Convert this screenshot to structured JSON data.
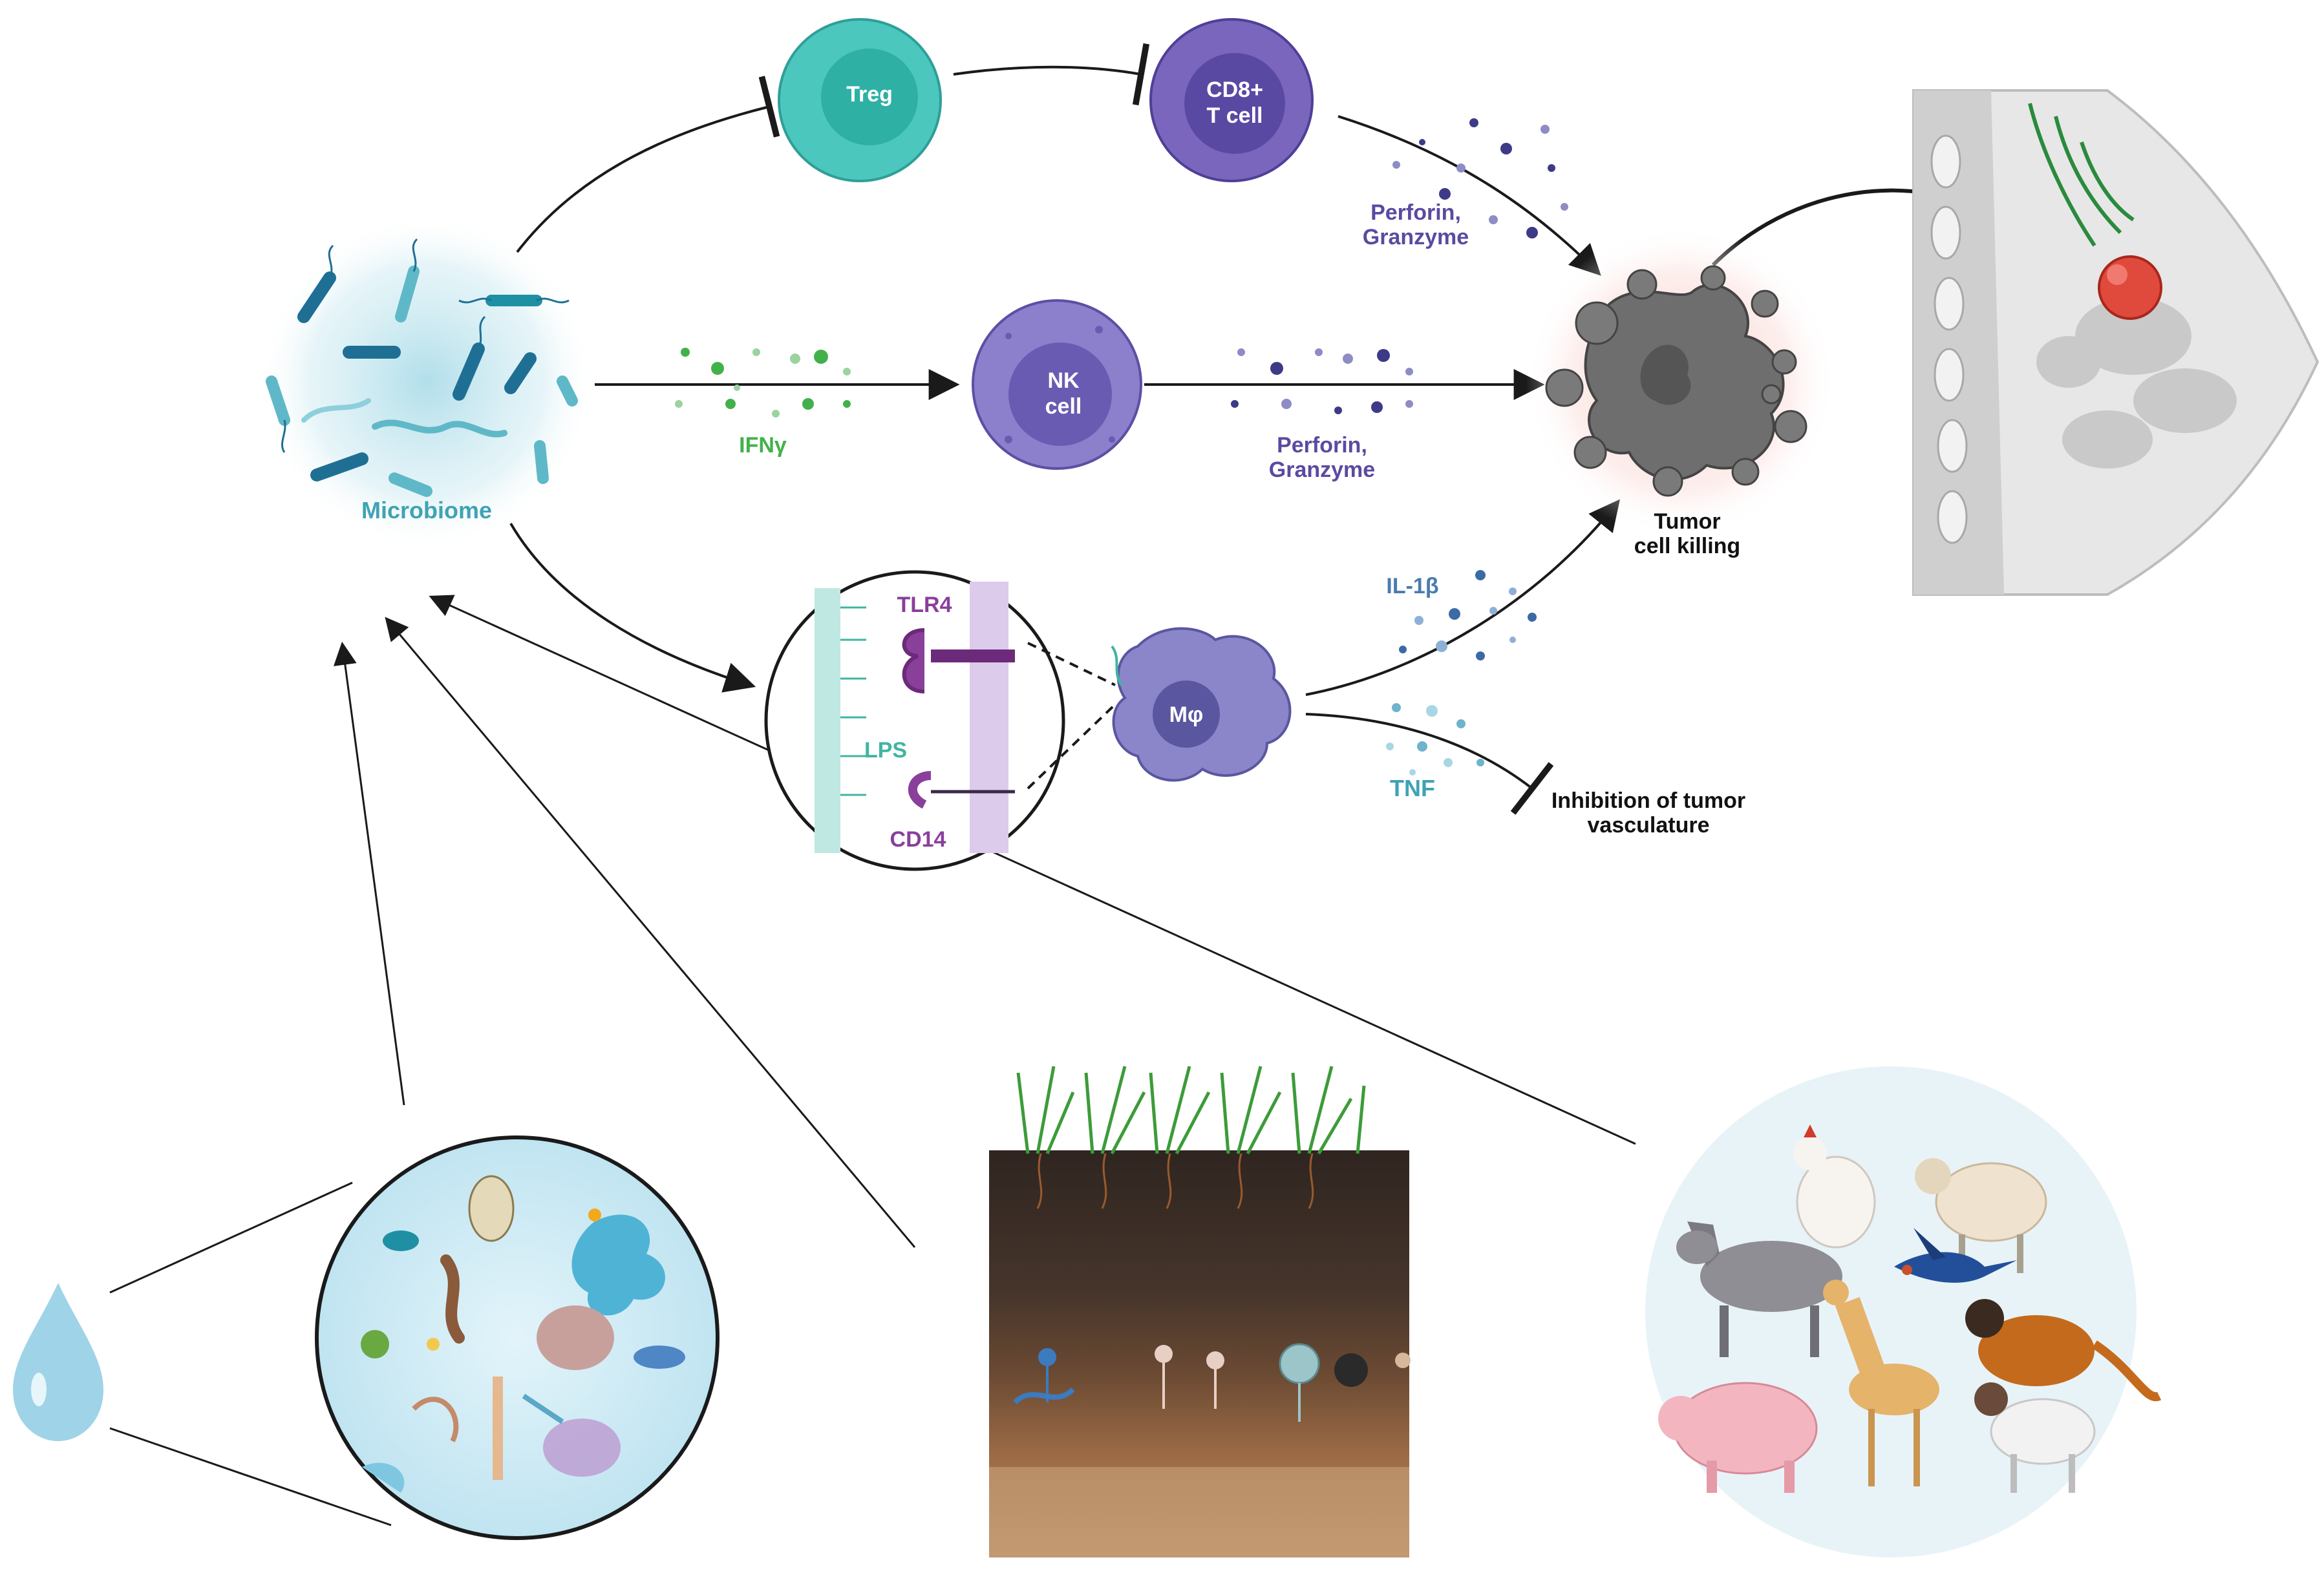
{
  "cells": {
    "treg": "Treg",
    "cd8_line1": "CD8+",
    "cd8_line2": "T cell",
    "nk_line1": "NK",
    "nk_line2": "cell",
    "macrophage": "Mφ"
  },
  "labels": {
    "microbiome": "Microbiome",
    "ifng": "IFNγ",
    "perforin_top_line1": "Perforin,",
    "perforin_top_line2": "Granzyme",
    "perforin_mid_line1": "Perforin,",
    "perforin_mid_line2": "Granzyme",
    "tumor_line1": "Tumor",
    "tumor_line2": "cell killing",
    "il1b": "IL-1β",
    "tnf": "TNF",
    "inhibition_line1": "Inhibition of tumor",
    "inhibition_line2": "vasculature",
    "tlr4": "TLR4",
    "lps": "LPS",
    "cd14": "CD14"
  },
  "colors": {
    "treg": "#4cc7bd",
    "cd8": "#7a67bd",
    "nk": "#8c7fcc",
    "macrophage": "#8a86c9",
    "tumor": "#6e6e6e",
    "tumor_spot": "#e04a3c",
    "microbiome_glow": "#bfe6ee",
    "bacteria": "#1f6f95",
    "water": "#9fd3e8"
  }
}
